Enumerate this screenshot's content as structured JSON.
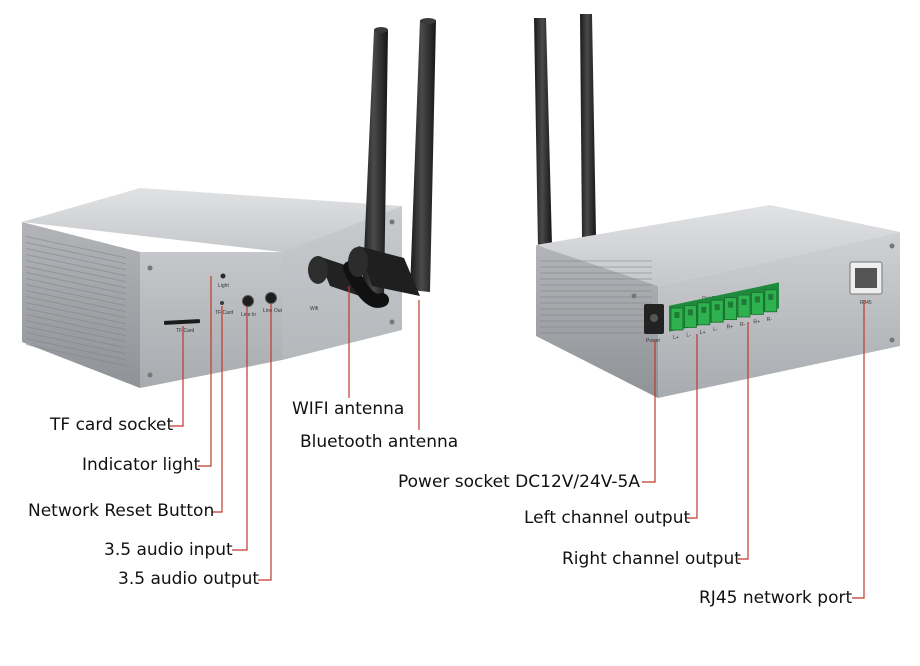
{
  "left_device": {
    "port_labels": {
      "tf_slot": "TF Card",
      "light": "Light",
      "tf_card": "TF Card",
      "line_in": "Line In",
      "line_out": "Line Out",
      "wifi": "Wifi"
    },
    "callouts": {
      "tf_card_socket": "TF card socket",
      "indicator_light": "Indicator light",
      "network_reset_button": "Network Reset Button",
      "audio_input": "3.5 audio input",
      "audio_output": "3.5 audio output",
      "wifi_antenna": "WIFI antenna",
      "bluetooth_antenna": "Bluetooth antenna"
    }
  },
  "right_device": {
    "port_labels": {
      "power": "Power",
      "out_speaker": "Out Speaker",
      "terminals": [
        "L+",
        "L-",
        "L+",
        "L-",
        "R+",
        "R-",
        "R+",
        "R-"
      ],
      "rj45": "RJ45"
    },
    "callouts": {
      "power_socket": "Power socket DC12V/24V-5A",
      "left_channel": "Left channel output",
      "right_channel": "Right channel output",
      "rj45_port": "RJ45 network port"
    }
  },
  "colors": {
    "leader_line": "#c0392b",
    "case_light": "#c9cbce",
    "case_dark": "#8d9094",
    "terminal_green": "#2fb14f",
    "antenna": "#2b2b2b"
  }
}
